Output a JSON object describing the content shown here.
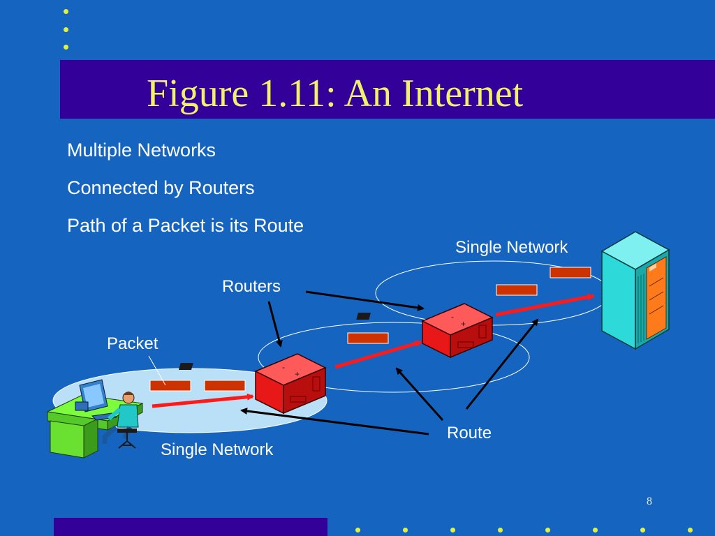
{
  "slide": {
    "title": "Figure 1.11: An Internet",
    "bullets": [
      "Multiple Networks",
      "Connected by Routers",
      "Path of a Packet is its Route"
    ],
    "page_number": "8"
  },
  "diagram": {
    "labels": {
      "single_network_top": "Single Network",
      "single_network_bottom": "Single Network",
      "routers": "Routers",
      "packet": "Packet",
      "route": "Route"
    },
    "icons": [
      "workstation-user-icon",
      "router-icon",
      "router-icon",
      "server-rack-icon",
      "packet-icon"
    ]
  },
  "colors": {
    "background": "#1565C0",
    "title_bar": "#330099",
    "title_text": "#F2F26A",
    "dots": "#E2F23C",
    "packet": "#CC3300",
    "router": "#FF2A2A",
    "route_line": "#FF1A1A",
    "server": "#2ED9D9",
    "desk": "#7CFC3C"
  }
}
